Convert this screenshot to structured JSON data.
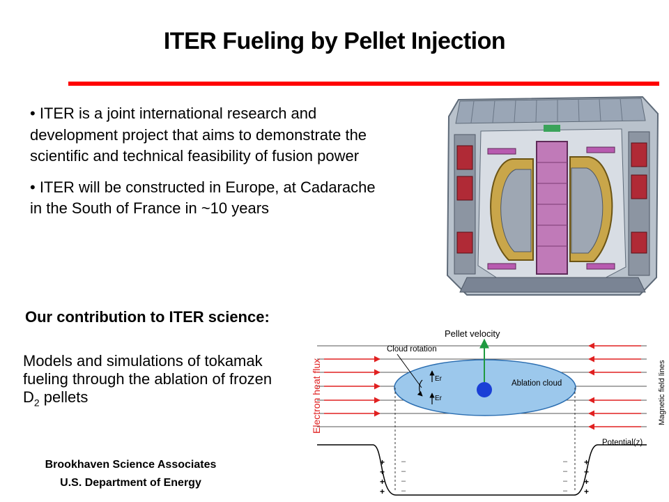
{
  "title": "ITER Fueling by Pellet Injection",
  "bullets": [
    "• ITER is a joint international research and development project that aims to demonstrate the scientific and technical feasibility of fusion power",
    "• ITER will be constructed in Europe, at Cadarache in the South of France in ~10 years"
  ],
  "contribution_heading": "Our contribution to ITER science:",
  "models_text": {
    "main": "Models and simulations of tokamak fueling through the ablation of frozen D",
    "subscript": "2",
    "tail": " pellets"
  },
  "footer": {
    "line1": "Brookhaven Science Associates",
    "line2": "U.S. Department of Energy"
  },
  "pellet_diagram": {
    "pellet_velocity": "Pellet velocity",
    "cloud_rotation": "Cloud rotation",
    "ablation_cloud": "Ablation cloud",
    "er_upper": "Er",
    "er_lower": "Er",
    "electron_heat_flux": "Electron heat flux",
    "magnetic_field_lines": "Magnetic field lines",
    "potential": "Potential(z)",
    "plus": "+",
    "minus": "–"
  }
}
